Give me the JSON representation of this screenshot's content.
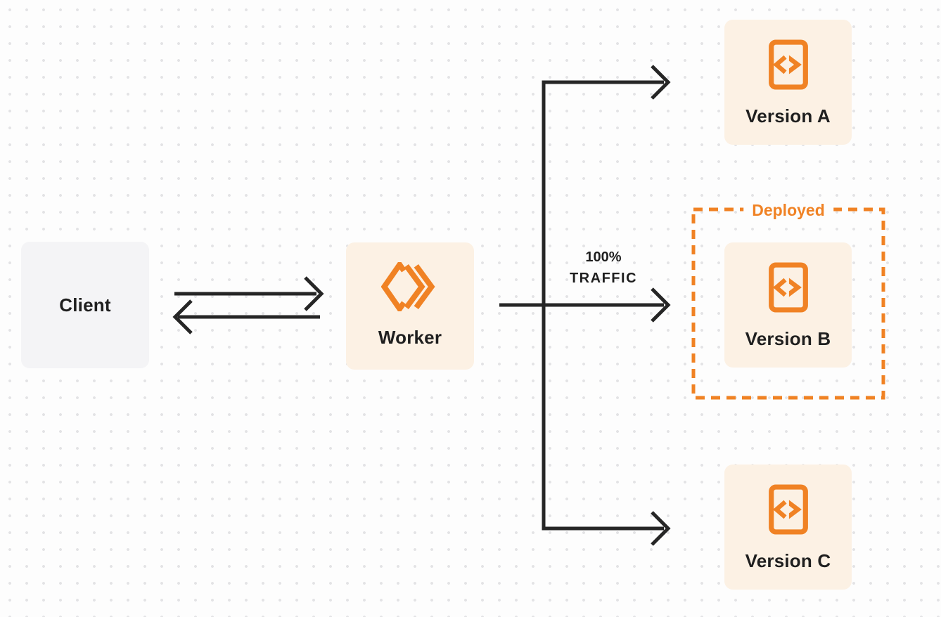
{
  "colors": {
    "page_bg": "#fdfdfd",
    "dot": "#e3e3e5",
    "line": "#262626",
    "text": "#1f1f1f",
    "orange": "#f08224",
    "cream": "#fcf1e4",
    "gray_node": "#f4f4f6"
  },
  "nodes": {
    "client": {
      "label": "Client"
    },
    "worker": {
      "label": "Worker",
      "icon": "workers-logo-icon"
    },
    "version_a": {
      "label": "Version A",
      "icon": "code-file-icon"
    },
    "version_b": {
      "label": "Version B",
      "icon": "code-file-icon"
    },
    "version_c": {
      "label": "Version C",
      "icon": "code-file-icon"
    }
  },
  "annotations": {
    "deployed_label": "Deployed",
    "traffic_line1": "100%",
    "traffic_line2": "TRAFFIC"
  },
  "connections": {
    "client_to_worker": "request arrow",
    "worker_to_client": "response arrow",
    "worker_to_version_a": "branch arrow",
    "worker_to_version_b": "100% traffic arrow",
    "worker_to_version_c": "branch arrow"
  }
}
